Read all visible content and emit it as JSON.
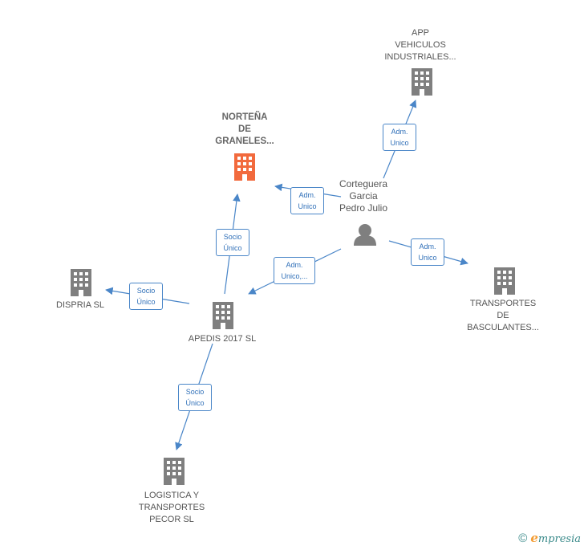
{
  "colors": {
    "line": "#4a86c8",
    "building": "#7f7f7f",
    "highlight": "#f26a3d",
    "person": "#7f7f7f"
  },
  "nodes": {
    "nortena": {
      "line1": "NORTEÑA",
      "line2": "DE",
      "line3": "GRANELES..."
    },
    "app": {
      "line1": "APP",
      "line2": "VEHICULOS",
      "line3": "INDUSTRIALES..."
    },
    "person": {
      "line1": "Corteguera",
      "line2": "Garcia",
      "line3": "Pedro Julio"
    },
    "transportes": {
      "line1": "TRANSPORTES",
      "line2": "DE",
      "line3": "BASCULANTES..."
    },
    "dispria": {
      "line1": "DISPRIA SL"
    },
    "apedis": {
      "line1": "APEDIS 2017 SL"
    },
    "logistica": {
      "line1": "LOGISTICA Y",
      "line2": "TRANSPORTES",
      "line3": "PECOR SL"
    }
  },
  "relations": {
    "app": {
      "l1": "Adm.",
      "l2": "Unico"
    },
    "nortena_adm": {
      "l1": "Adm.",
      "l2": "Unico"
    },
    "transportes": {
      "l1": "Adm.",
      "l2": "Unico"
    },
    "apedis_adm": {
      "l1": "Adm.",
      "l2": "Unico,..."
    },
    "nortena_socio": {
      "l1": "Socio",
      "l2": "Único"
    },
    "dispria": {
      "l1": "Socio",
      "l2": "Único"
    },
    "logistica": {
      "l1": "Socio",
      "l2": "Único"
    }
  },
  "footer": {
    "copyright": "©",
    "brand_initial": "e",
    "brand_rest": "mpresia"
  }
}
